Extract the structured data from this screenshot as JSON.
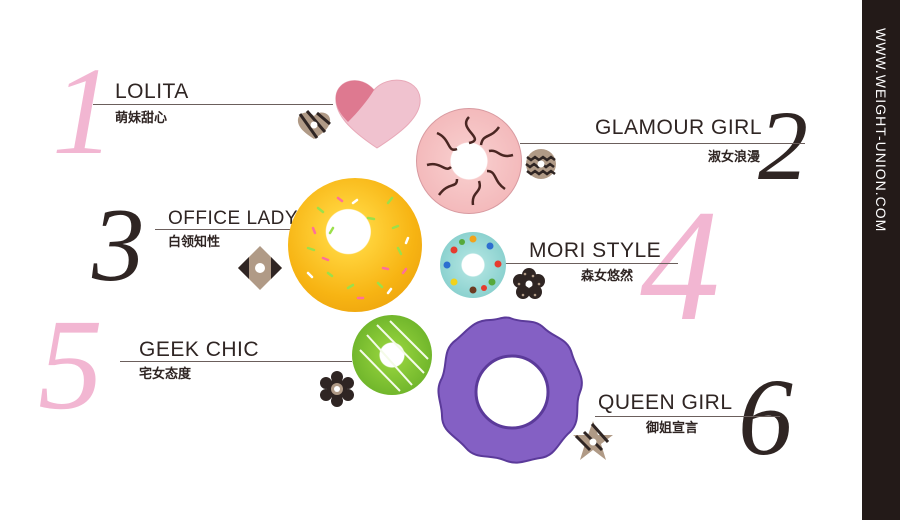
{
  "site": "WWW.WEIGHT-UNION.COM",
  "styles": [
    {
      "number": "1",
      "name": "LOLITA",
      "chinese": "萌妹甜心"
    },
    {
      "number": "2",
      "name": "GLAMOUR GIRL",
      "chinese": "淑女浪漫"
    },
    {
      "number": "3",
      "name": "OFFICE LADY",
      "chinese": "白领知性"
    },
    {
      "number": "4",
      "name": "MORI STYLE",
      "chinese": "森女悠然"
    },
    {
      "number": "5",
      "name": "GEEK CHIC",
      "chinese": "宅女态度"
    },
    {
      "number": "6",
      "name": "QUEEN GIRL",
      "chinese": "御姐宣言"
    }
  ],
  "colors": {
    "pink": "#f2b6d2",
    "dark": "#2f2523",
    "sidebar": "#231a18",
    "tan": "#b09a86"
  }
}
